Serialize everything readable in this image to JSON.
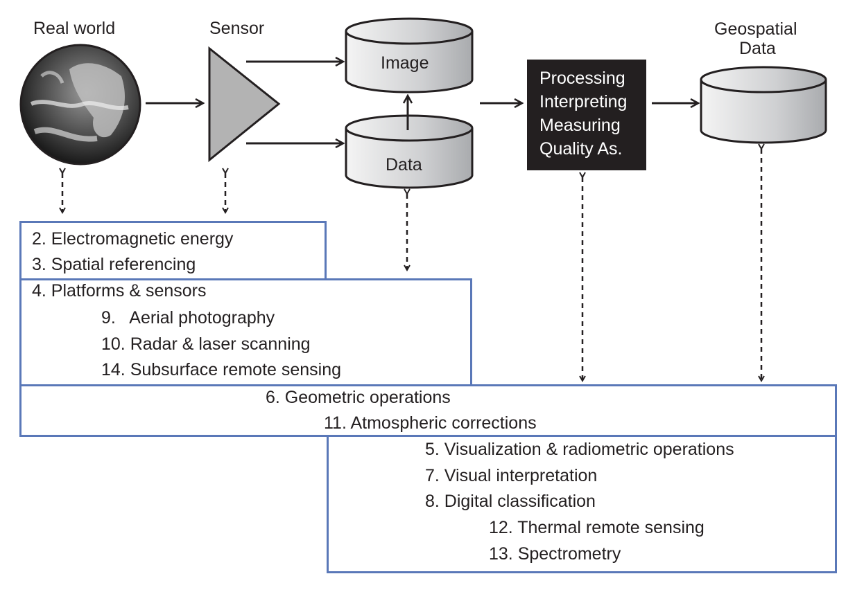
{
  "title_labels": {
    "real_world": "Real world",
    "sensor": "Sensor",
    "geospatial_line1": "Geospatial",
    "geospatial_line2": "Data"
  },
  "databases": {
    "image": "Image",
    "data": "Data"
  },
  "processing_box": {
    "lines": [
      "Processing",
      "Interpreting",
      "Measuring",
      "Quality As."
    ]
  },
  "chapter_boxes": {
    "box_a": [
      "2. Electromagnetic energy",
      "3. Spatial referencing"
    ],
    "box_b": [
      "4. Platforms & sensors",
      "9.   Aerial photography",
      "10. Radar & laser scanning",
      "14. Subsurface remote sensing"
    ],
    "box_c": [
      "6. Geometric operations",
      "11. Atmospheric corrections"
    ],
    "box_d": [
      "5. Visualization & radiometric operations",
      "7. Visual interpretation",
      "8. Digital classification",
      "12. Thermal remote sensing",
      "13. Spectrometry"
    ]
  },
  "colors": {
    "box_border": "#5a78b8",
    "processing_bg": "#231f20",
    "sensor_fill": "#b3b3b3"
  }
}
